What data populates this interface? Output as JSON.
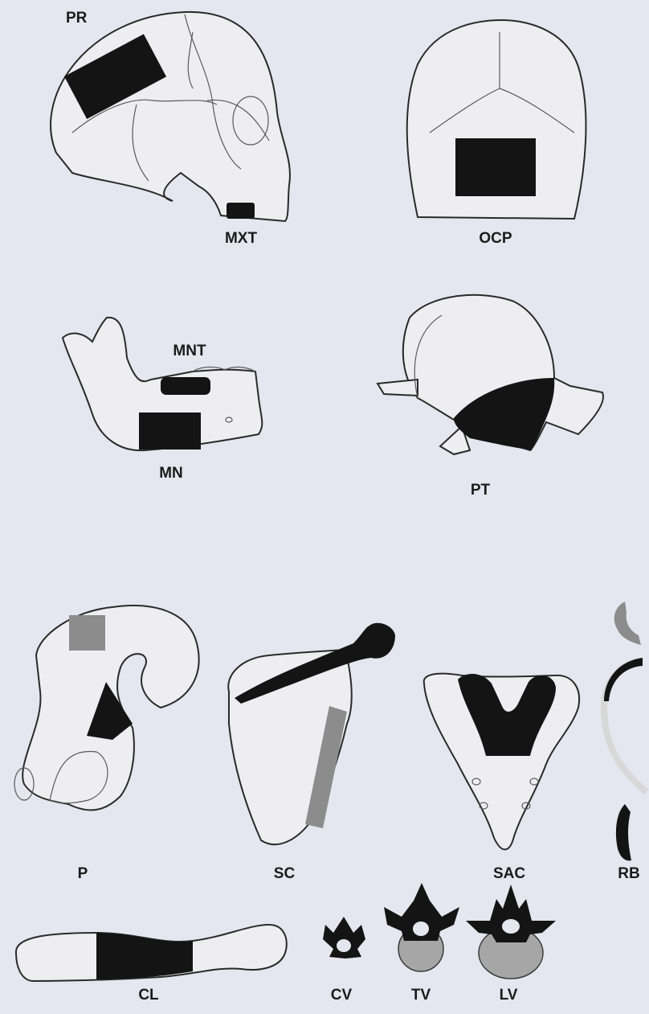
{
  "labels": {
    "pr": "PR",
    "mxt": "MXT",
    "ocp": "OCP",
    "mnt": "MNT",
    "mn": "MN",
    "pt": "PT",
    "p": "P",
    "sc": "SC",
    "sac": "SAC",
    "rb": "RB",
    "cl": "CL",
    "cv": "CV",
    "tv": "TV",
    "lv": "LV"
  },
  "colors": {
    "background": "#e4e7ef",
    "bone": "#eeeef0",
    "sample_black": "#141414",
    "sample_grey": "#8c8c8c"
  }
}
